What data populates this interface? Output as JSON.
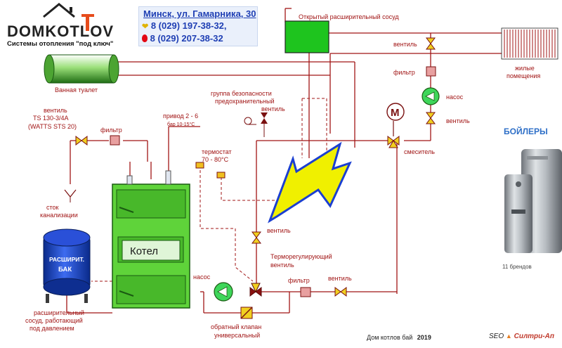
{
  "logo": {
    "name": "DOMKOTLOV",
    "tagline": "Системы отопления \"под ключ\""
  },
  "contacts": {
    "address": "Минск, ул. Гамарника, 30",
    "phone1": "8 (029) 197-38-32,",
    "phone2": "8 (029) 207-38-32",
    "phone1_icon": "heart-icon",
    "phone2_icon": "mts-egg-icon"
  },
  "labels": {
    "expansion_open": "Открытый расширительный сосуд",
    "living_l1": "жилые",
    "living_l2": "помещения",
    "bath": "Ванная туалет",
    "valve": "вентиль",
    "filter": "фильтр",
    "pump": "насос",
    "mixer": "смеситель",
    "motor": "M",
    "safety_l1": "группа безопасности",
    "safety_l2": "предохранительный",
    "safety_l3": "вентиль",
    "drive_l1": "привод 2 - 6",
    "drive_l2": "бар 10-15°С",
    "thermostat_l1": "термостат",
    "thermostat_l2": "70 - 80°С",
    "valve_ts_l1": "вентиль",
    "valve_ts_l2": "TS 130-3/4A",
    "valve_ts_l3": "(WATTS STS 20)",
    "drain_l1": "сток",
    "drain_l2": "канализации",
    "tank_l1": "РАСШИРИТ.",
    "tank_l2": "БАК",
    "vessel_l1": "расширительный",
    "vessel_l2": "сосуд, работающий",
    "vessel_l3": "под давлением",
    "boiler": "Котел",
    "thermo_valve_l1": "Терморегулирующий",
    "thermo_valve_l2": "вентиль",
    "check_l1": "обратный клапан",
    "check_l2": "универсальный"
  },
  "promo": {
    "title": "БОЙЛЕРЫ",
    "brands": "11 брендов"
  },
  "footer": {
    "site": "Дом котлов бай",
    "year": "2019",
    "seo_prefix": "SEO",
    "seo_brand": "Силтри-Ап"
  },
  "colors": {
    "pipe": "#a11515",
    "boiler": "#5fd33a",
    "arrow": "#f0f000",
    "arrow_outline": "#1b3fd1",
    "accent_blue": "#2e6fc7"
  }
}
